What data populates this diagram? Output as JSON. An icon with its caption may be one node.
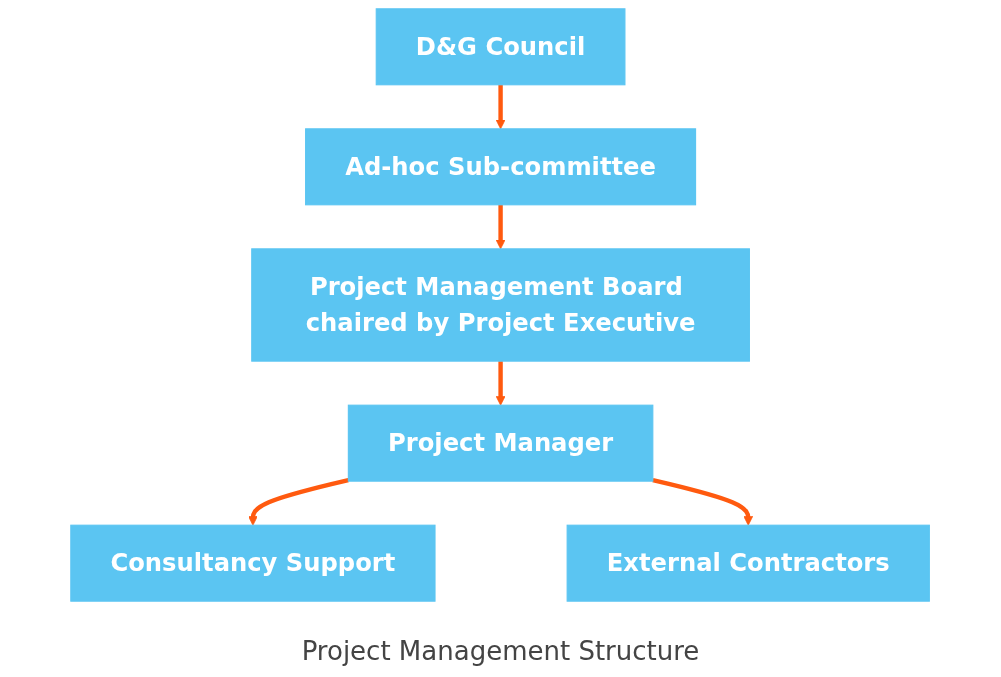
{
  "diagram": {
    "caption": "Project Management Structure",
    "nodes": [
      {
        "text": [
          "D&G Council"
        ]
      },
      {
        "text": [
          "Ad-hoc Sub-committee"
        ]
      },
      {
        "text": [
          "Project Management Board chaired by Project Executive"
        ]
      },
      {
        "text": [
          "Project Manager"
        ]
      },
      {
        "text": [
          "Consultancy Support"
        ]
      },
      {
        "text": [
          "External Contractors"
        ]
      }
    ],
    "edges": [
      {
        "from": 0,
        "to": 1,
        "arrow": "to"
      },
      {
        "from": 1,
        "to": 2,
        "arrow": "to"
      },
      {
        "from": 2,
        "to": 3,
        "arrow": "to"
      },
      {
        "from": 3,
        "to": 4,
        "arrow": "to"
      },
      {
        "from": 3,
        "to": 5,
        "arrow": "to"
      }
    ]
  }
}
